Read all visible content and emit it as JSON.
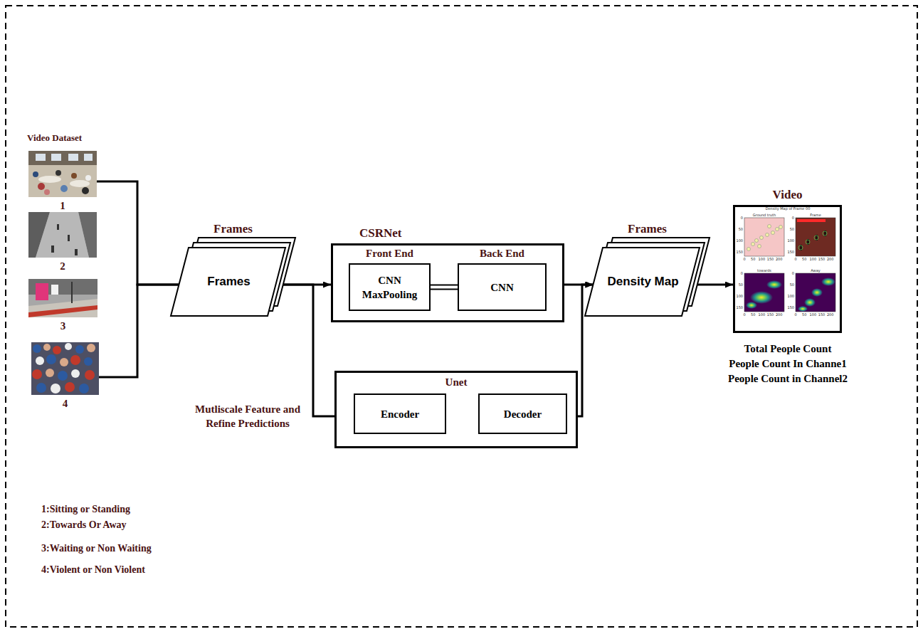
{
  "diagram": {
    "nodes": [
      {
        "text": [
          "1"
        ]
      },
      {
        "text": [
          "2"
        ]
      },
      {
        "text": [
          "3"
        ]
      },
      {
        "text": [
          "4"
        ]
      },
      {
        "text": [
          "Frames",
          "Frames"
        ]
      },
      {
        "text": [
          "CSRNet"
        ]
      },
      {
        "text": [
          "Front End",
          "CNN MaxPooling"
        ],
        "in": 5
      },
      {
        "text": [
          "Back End",
          "CNN"
        ],
        "in": 5
      },
      {
        "text": [
          "Unet"
        ]
      },
      {
        "text": [
          "Encoder"
        ],
        "in": 8
      },
      {
        "text": [
          "Decoder"
        ],
        "in": 8
      },
      {
        "text": [
          "Frames",
          "Density Map"
        ]
      },
      {
        "text": [
          "Video"
        ]
      }
    ],
    "edges": [
      {
        "from": 0,
        "to": 4,
        "arrow": "none"
      },
      {
        "from": 3,
        "to": 4,
        "arrow": "none"
      },
      {
        "from": 4,
        "to": 5,
        "arrow": "to"
      },
      {
        "from": 4,
        "to": 8,
        "arrow": "none"
      },
      {
        "from": 6,
        "to": 7,
        "arrow": "none"
      },
      {
        "from": 5,
        "to": 11,
        "arrow": "to"
      },
      {
        "from": 8,
        "to": 11,
        "arrow": "to"
      },
      {
        "from": 11,
        "to": 12,
        "arrow": "to"
      }
    ],
    "labels": [
      "Video Dataset",
      "Mutliscale Feature and Refine Predictions",
      "Density Map of Frame 00",
      "Ground truth",
      "Frame",
      "towards",
      "Away",
      "0",
      "50",
      "100",
      "150",
      "0",
      "50",
      "100",
      "150",
      "200",
      "0",
      "50",
      "100",
      "150",
      "0",
      "50",
      "100",
      "150",
      "200",
      "0",
      "50",
      "100",
      "150",
      "0",
      "50",
      "100",
      "150",
      "200",
      "0",
      "50",
      "100",
      "150",
      "0",
      "50",
      "100",
      "150",
      "200",
      "Total People Count",
      "People Count In Channe1",
      "People Count in Channel2",
      "1:Sitting or Standing",
      "2:Towards Or Away",
      "3:Waiting or Non Waiting",
      "4:Violent or Non Violent"
    ]
  }
}
